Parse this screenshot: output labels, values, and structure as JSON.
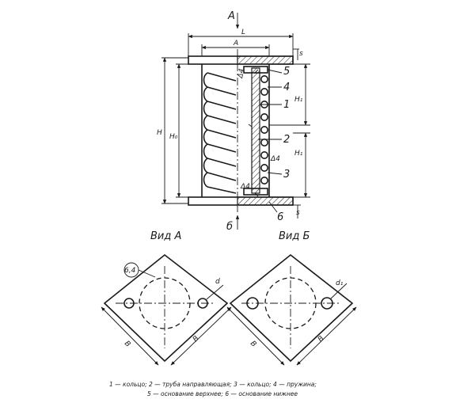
{
  "labels": {
    "view_arrow_top": "А",
    "view_arrow_bottom": "б",
    "dim_L": "L",
    "dim_A": "A",
    "dim_H": "H",
    "dim_H0": "H₀",
    "dim_H1_upper": "H₁",
    "dim_H1_lower": "H₁",
    "dim_s_top": "s",
    "dim_s_bottom": "s",
    "delta_top": "Δ4",
    "delta_mid": "Δ4",
    "delta_bottom": "Δ4",
    "callout_1": "1",
    "callout_2": "2",
    "callout_3": "3",
    "callout_4": "4",
    "callout_5": "5",
    "callout_6": "6",
    "view_a_title": "Вид А",
    "view_b_title": "Вид Б",
    "roughness_mark": "6,4",
    "hole_d": "d",
    "hole_d1": "d₁",
    "side_B_left_a": "B",
    "side_B_right_a": "B",
    "side_B_left_b": "B",
    "side_B_right_b": "B"
  },
  "caption": {
    "line1": "1 — кольцо;  2 — труба  направляющая;  3 — кольцо;  4 — пружина;",
    "line2": "5 — основание верхнее;  6 — основание нижнее"
  }
}
